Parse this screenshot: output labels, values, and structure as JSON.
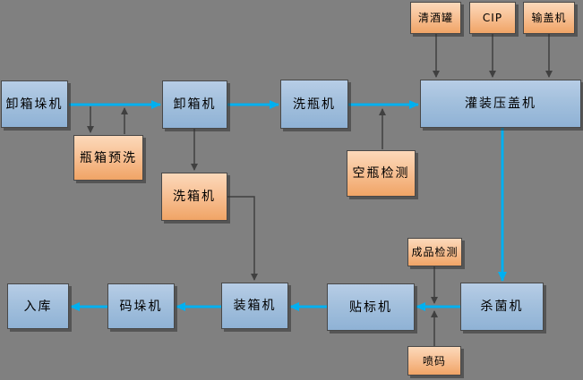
{
  "diagram": {
    "description_type": "flowchart",
    "nodes": {
      "unpalletizer": {
        "label": "卸箱垛机"
      },
      "crate_prewash": {
        "label": "瓶箱预洗"
      },
      "decrater": {
        "label": "卸箱机"
      },
      "crate_washer": {
        "label": "洗箱机"
      },
      "bottle_washer": {
        "label": "洗瓶机"
      },
      "empty_bottle_inspection": {
        "label": "空瓶检测"
      },
      "filler_capper": {
        "label": "灌装压盖机"
      },
      "bright_beer_tank": {
        "label": "清酒罐"
      },
      "cip": {
        "label": "CIP"
      },
      "cap_feeder": {
        "label": "输盖机"
      },
      "sterilizer": {
        "label": "杀菌机"
      },
      "labeler": {
        "label": "贴标机"
      },
      "finished_product_inspection": {
        "label": "成品检测"
      },
      "inkjet_coder": {
        "label": "喷码"
      },
      "caser": {
        "label": "装箱机"
      },
      "palletizer": {
        "label": "码垛机"
      },
      "warehouse": {
        "label": "入库"
      }
    },
    "edges": [
      {
        "from": "unpalletizer",
        "to": "decrater",
        "style": "main"
      },
      {
        "from": "decrater",
        "to": "bottle_washer",
        "style": "main"
      },
      {
        "from": "bottle_washer",
        "to": "filler_capper",
        "style": "main"
      },
      {
        "from": "filler_capper",
        "to": "sterilizer",
        "style": "main"
      },
      {
        "from": "sterilizer",
        "to": "labeler",
        "style": "main"
      },
      {
        "from": "labeler",
        "to": "caser",
        "style": "main"
      },
      {
        "from": "caser",
        "to": "palletizer",
        "style": "main"
      },
      {
        "from": "palletizer",
        "to": "warehouse",
        "style": "main"
      },
      {
        "from": "unpalletizer",
        "to": "crate_prewash",
        "style": "aux"
      },
      {
        "from": "crate_prewash",
        "to": "unpalletizer",
        "style": "aux"
      },
      {
        "from": "decrater",
        "to": "crate_washer",
        "style": "aux"
      },
      {
        "from": "crate_washer",
        "to": "caser",
        "style": "aux"
      },
      {
        "from": "empty_bottle_inspection",
        "to": "bottle_washer-filler_capper-line",
        "style": "aux"
      },
      {
        "from": "bright_beer_tank",
        "to": "filler_capper",
        "style": "aux"
      },
      {
        "from": "cip",
        "to": "filler_capper",
        "style": "aux"
      },
      {
        "from": "cap_feeder",
        "to": "filler_capper",
        "style": "aux"
      },
      {
        "from": "finished_product_inspection",
        "to": "sterilizer-labeler-line",
        "style": "aux"
      },
      {
        "from": "inkjet_coder",
        "to": "sterilizer-labeler-line",
        "style": "aux"
      }
    ],
    "colors": {
      "background": "#808080",
      "process_box_top": "#b7cde6",
      "process_box_bottom": "#8fb2d5",
      "aux_box_top": "#fcd9ba",
      "aux_box_bottom": "#f0a466",
      "main_flow_arrow": "#00b0f0",
      "aux_arrow": "#404040"
    }
  }
}
